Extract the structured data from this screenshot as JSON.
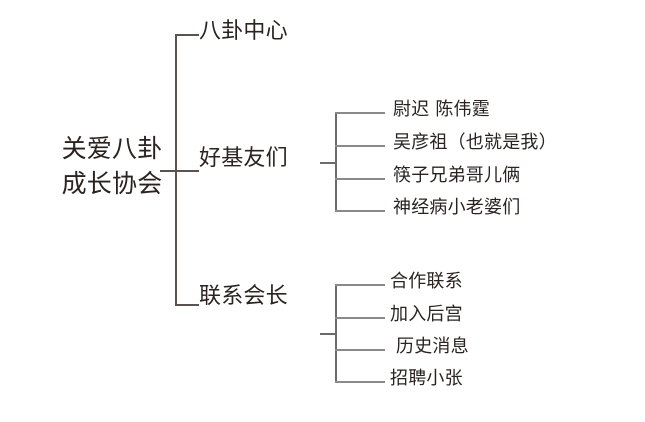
{
  "diagram": {
    "type": "tree",
    "title": "",
    "root": {
      "label_line1": "关爱八卦",
      "label_line2": "成长协会",
      "label_full": "关爱八卦成长协会"
    },
    "branches": [
      {
        "id": "gossip-center",
        "label": "八卦中心",
        "children": []
      },
      {
        "id": "good-friends",
        "label": "好基友们",
        "children": [
          {
            "id": "friend-1",
            "label": "尉迟 陈伟霆"
          },
          {
            "id": "friend-2",
            "label": "吴彦祖（也就是我）"
          },
          {
            "id": "friend-3",
            "label": "筷子兄弟哥儿俩"
          },
          {
            "id": "friend-4",
            "label": "神经病小老婆们"
          }
        ]
      },
      {
        "id": "contact-president",
        "label": "联系会长",
        "children": [
          {
            "id": "contact-1",
            "label": "合作联系"
          },
          {
            "id": "contact-2",
            "label": "加入后宫"
          },
          {
            "id": "contact-3",
            "label": "历史消息"
          },
          {
            "id": "contact-4",
            "label": "招聘小张"
          }
        ]
      }
    ],
    "colors": {
      "background": "#ffffff",
      "text": "#2a2320",
      "spine_line": "#595450",
      "sub_spine_line": "#6b6b6b",
      "branch_line": "#8a8a8a"
    }
  }
}
